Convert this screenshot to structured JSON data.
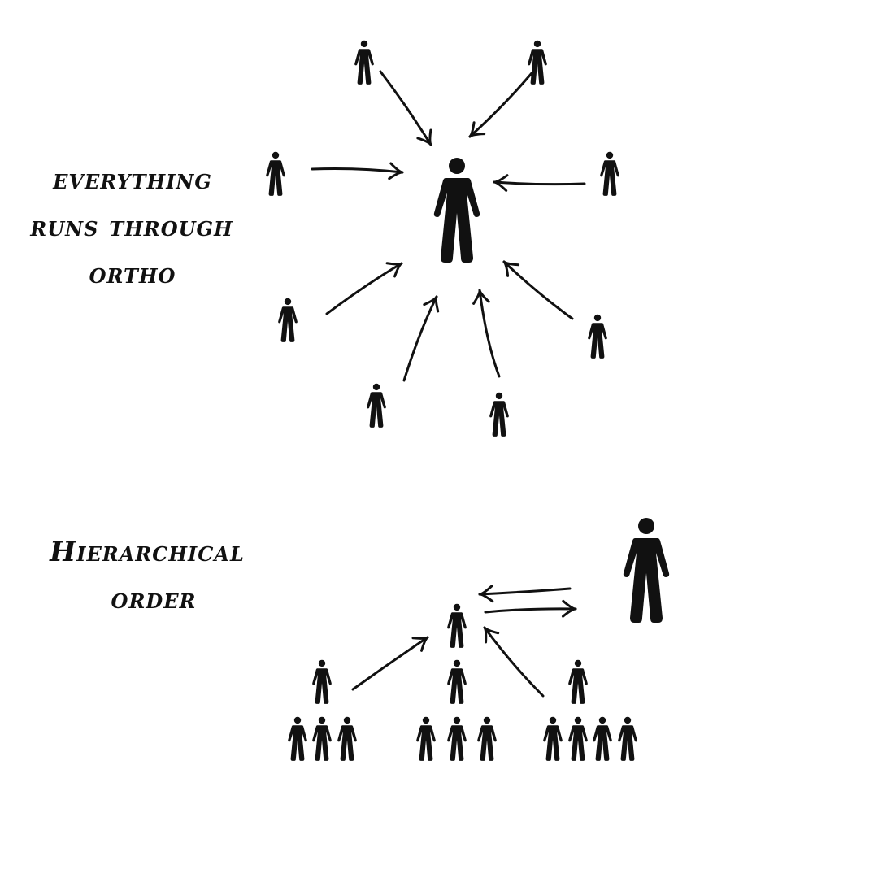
{
  "diagram": {
    "top_caption": [
      "everything",
      "runs through",
      "ortho"
    ],
    "bottom_caption": [
      "Hierarchical",
      "order"
    ],
    "colors": {
      "ink": "#111111",
      "background": "#ffffff"
    }
  }
}
